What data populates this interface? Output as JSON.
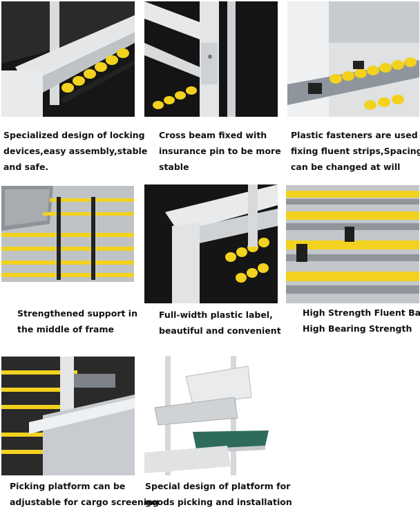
{
  "captions": [
    {
      "lines": [
        "Specialized design of locking",
        "devices,easy assembly,stable",
        "and safe."
      ]
    },
    {
      "lines": [
        "Cross beam fixed with",
        "insurance pin to be more",
        "stable"
      ]
    },
    {
      "lines": [
        "Plastic fasteners are used for",
        "fixing fluent strips,Spacing",
        "can be changed at will"
      ]
    },
    {
      "lines": [
        "Strengthened support in",
        "the middle of frame"
      ]
    },
    {
      "lines": [
        "Full-width plastic label,",
        "beautiful and convenient"
      ]
    },
    {
      "lines": [
        "High Strength Fluent Bar,",
        "High Bearing Strength"
      ]
    },
    {
      "lines": [
        "Picking platform can be",
        "adjustable for cargo screening"
      ]
    },
    {
      "lines": [
        "Special design of platform for",
        "goods picking and installation"
      ]
    }
  ],
  "colors": {
    "roller": "#f2d21e",
    "frame": "#e6e8ea",
    "dark": "#1c1c1c",
    "rail": "#9aa0a6"
  }
}
